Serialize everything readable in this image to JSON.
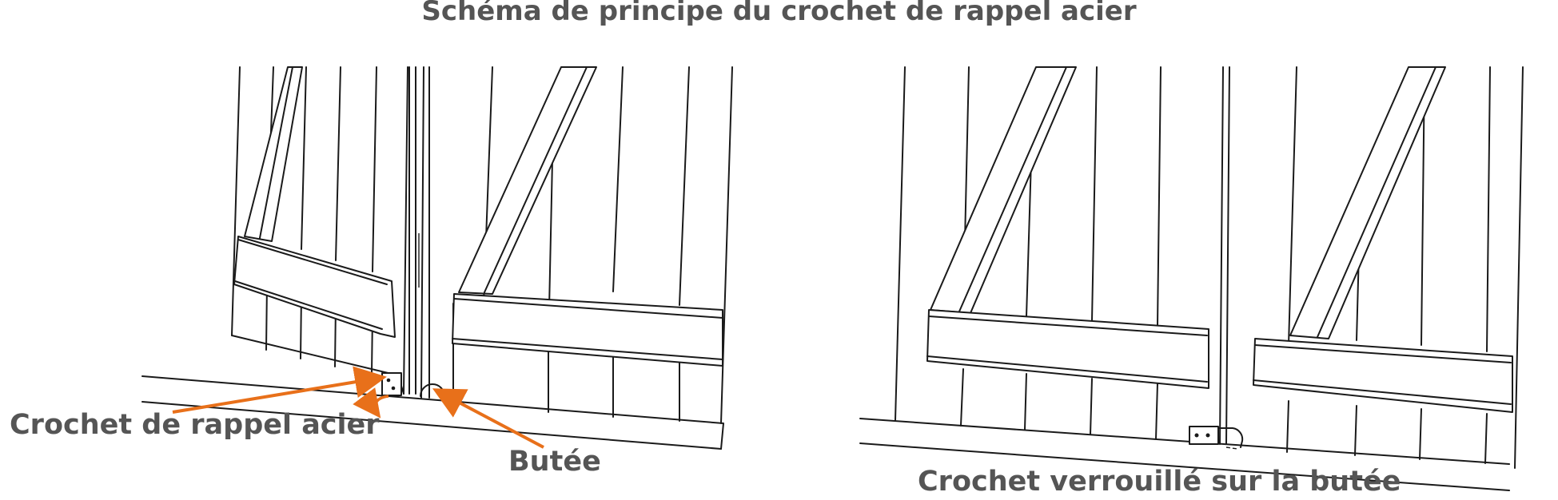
{
  "title": "Schéma de principe du crochet de rappel acier",
  "labels": {
    "hook": "Crochet de rappel acier",
    "stop": "Butée",
    "locked": "Crochet verrouillé sur la butée"
  },
  "colors": {
    "arrow": "#E8701A",
    "text": "#555555",
    "line": "#1A1A1A"
  }
}
